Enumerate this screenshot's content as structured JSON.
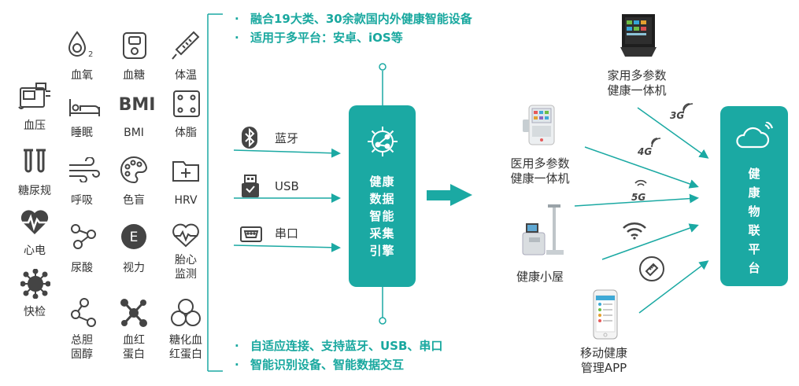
{
  "left_devices": [
    {
      "label": "血压",
      "icon": "blood-pressure-icon"
    },
    {
      "label": "糖尿规",
      "icon": "test-tubes-icon"
    },
    {
      "label": "心电",
      "icon": "heart-ecg-icon"
    },
    {
      "label": "快检",
      "icon": "virus-icon"
    }
  ],
  "grid_devices": [
    {
      "label": "血氧",
      "icon": "blood-oxygen-icon"
    },
    {
      "label": "血糖",
      "icon": "glucose-meter-icon"
    },
    {
      "label": "体温",
      "icon": "thermometer-icon"
    },
    {
      "label": "睡眠",
      "icon": "bed-icon"
    },
    {
      "label": "BMI",
      "icon": "bmi-icon",
      "icon_text": "BMI"
    },
    {
      "label": "体脂",
      "icon": "body-fat-scale-icon"
    },
    {
      "label": "呼吸",
      "icon": "wind-icon"
    },
    {
      "label": "色盲",
      "icon": "palette-icon"
    },
    {
      "label": "HRV",
      "icon": "hrv-folder-icon"
    },
    {
      "label": "尿酸",
      "icon": "molecule-icon"
    },
    {
      "label": "视力",
      "icon": "eye-chart-icon",
      "icon_text": "E"
    },
    {
      "label_lines": [
        "胎心",
        "监测"
      ],
      "icon": "fetal-heart-icon"
    },
    {
      "label_lines": [
        "总胆",
        "固醇"
      ],
      "icon": "cholesterol-molecule-icon"
    },
    {
      "label_lines": [
        "血红",
        "蛋白"
      ],
      "icon": "hemoglobin-molecule-icon"
    },
    {
      "label_lines": [
        "糖化血",
        "红蛋白"
      ],
      "icon": "glycated-hemoglobin-icon"
    }
  ],
  "top_bullets": [
    "融合19大类、30余款国内外健康智能设备",
    "适用于多平台：安卓、iOS等"
  ],
  "bottom_bullets": [
    "自适应连接、支持蓝牙、USB、串口",
    "智能识别设备、智能数据交互"
  ],
  "bullet_mark": "·",
  "connections": [
    {
      "label": "蓝牙",
      "icon": "bluetooth-icon"
    },
    {
      "label": "USB",
      "icon": "usb-icon"
    },
    {
      "label": "串口",
      "icon": "serial-port-icon"
    }
  ],
  "engine": {
    "lines": [
      "健康",
      "数据",
      "智能",
      "采集",
      "引擎"
    ],
    "icon": "data-engine-gear-icon"
  },
  "terminals": [
    {
      "label_lines": [
        "家用多参数",
        "健康一体机"
      ],
      "image": "tablet-device-image"
    },
    {
      "label_lines": [
        "医用多参数",
        "健康一体机"
      ],
      "image": "medical-kiosk-image"
    },
    {
      "label_lines": [
        "健康小屋"
      ],
      "image": "health-station-image"
    },
    {
      "label_lines": [
        "移动健康",
        "管理APP"
      ],
      "image": "mobile-phone-image"
    }
  ],
  "networks": [
    {
      "label": "3G"
    },
    {
      "label": "4G"
    },
    {
      "label": "5G"
    },
    {
      "label": "",
      "icon": "wifi-icon"
    },
    {
      "label": "",
      "icon": "ethernet-icon"
    }
  ],
  "platform": {
    "lines": [
      "健",
      "康",
      "物",
      "联",
      "平",
      "台"
    ],
    "icon": "cloud-signal-icon"
  },
  "colors": {
    "accent": "#1ba9a3",
    "bullet_text": "#19a89f",
    "icon_stroke": "#444444"
  }
}
